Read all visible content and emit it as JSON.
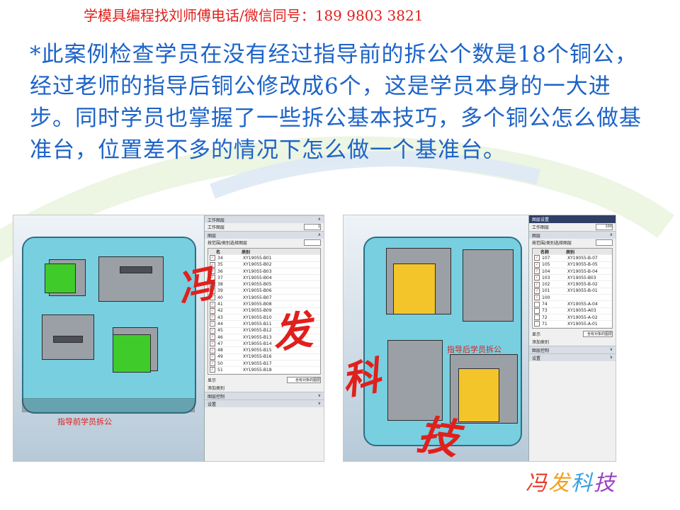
{
  "header": {
    "contact_line": "学模具编程找刘师傅电话/微信同号：189 9803 3821"
  },
  "body": {
    "paragraph": "*此案例检查学员在没有经过指导前的拆公个数是18个铜公，经过老师的指导后铜公修改成6个，这是学员本身的一大进步。同时学员也掌握了一些拆公基本技巧，多个铜公怎么做基准台，位置差不多的情况下怎么做一个基准台。"
  },
  "screenshots": {
    "before": {
      "caption": "指导前学员拆公",
      "panel": {
        "title": "工作图层",
        "work_layer_label": "工作图层",
        "work_layer_value": "1",
        "section_layers": "图层",
        "filter_label": "按范围/类别选择图层",
        "columns": [
          "名",
          "类别"
        ],
        "layers": [
          {
            "name": "34",
            "category": "XY19055-B01"
          },
          {
            "name": "35",
            "category": "XY19055-B02"
          },
          {
            "name": "36",
            "category": "XY19055-B03"
          },
          {
            "name": "37",
            "category": "XY19055-B04"
          },
          {
            "name": "38",
            "category": "XY19055-B05"
          },
          {
            "name": "39",
            "category": "XY19055-B06"
          },
          {
            "name": "40",
            "category": "XY19055-B07"
          },
          {
            "name": "41",
            "category": "XY19055-B08"
          },
          {
            "name": "42",
            "category": "XY19055-B09"
          },
          {
            "name": "43",
            "category": "XY19055-B10"
          },
          {
            "name": "44",
            "category": "XY19055-B11"
          },
          {
            "name": "45",
            "category": "XY19055-B12"
          },
          {
            "name": "46",
            "category": "XY19055-B13"
          },
          {
            "name": "47",
            "category": "XY19055-B14"
          },
          {
            "name": "48",
            "category": "XY19055-B15"
          },
          {
            "name": "49",
            "category": "XY19055-B16"
          },
          {
            "name": "50",
            "category": "XY19055-B17"
          },
          {
            "name": "51",
            "category": "XY19055-B18"
          }
        ],
        "show_label": "显示",
        "show_value": "含有对象的图层",
        "add_category": "添加类别",
        "layer_control": "图层控制",
        "settings": "设置"
      }
    },
    "after": {
      "caption": "指导后学员拆公",
      "panel": {
        "title": "图层设置",
        "work_layer_label": "工作图层",
        "work_layer_value": "100",
        "section_layers": "图层",
        "filter_label": "按范围/类别选择图层",
        "columns": [
          "名称",
          "类别"
        ],
        "layers": [
          {
            "name": "107",
            "category": "XY19055-B-07",
            "checked": true
          },
          {
            "name": "105",
            "category": "XY19055-B-05",
            "checked": true
          },
          {
            "name": "104",
            "category": "XY19055-B-04",
            "checked": true
          },
          {
            "name": "103",
            "category": "XY19055-B03",
            "checked": true
          },
          {
            "name": "102",
            "category": "XY19055-B-02",
            "checked": true
          },
          {
            "name": "101",
            "category": "XY19055-B-01",
            "checked": true
          },
          {
            "name": "100",
            "category": "",
            "checked": true
          },
          {
            "name": "74",
            "category": "XY19055-A-04",
            "checked": false
          },
          {
            "name": "73",
            "category": "XY19055-A03",
            "checked": false
          },
          {
            "name": "72",
            "category": "XY19055-A-02",
            "checked": false
          },
          {
            "name": "71",
            "category": "XY19055-A-01",
            "checked": false
          }
        ],
        "show_label": "显示",
        "show_value": "含有对象的图层",
        "add_category": "添加类别",
        "layer_control": "图层控制",
        "settings": "设置"
      }
    }
  },
  "watermark": {
    "chars": [
      "冯",
      "发",
      "科",
      "技"
    ],
    "colors": [
      "#e0201c",
      "#e0201c",
      "#e0201c",
      "#e0201c"
    ]
  },
  "footer_logo": {
    "chars": [
      "冯",
      "发",
      "科",
      "技"
    ],
    "colors": [
      "#e83b2a",
      "#f0a020",
      "#3aa0e0",
      "#9b3fc6"
    ]
  },
  "colors": {
    "body_text": "#1d63c8",
    "header_text": "#e0201c",
    "swoosh_green": "#9ed26a",
    "swoosh_blue": "#8fc1e8"
  }
}
